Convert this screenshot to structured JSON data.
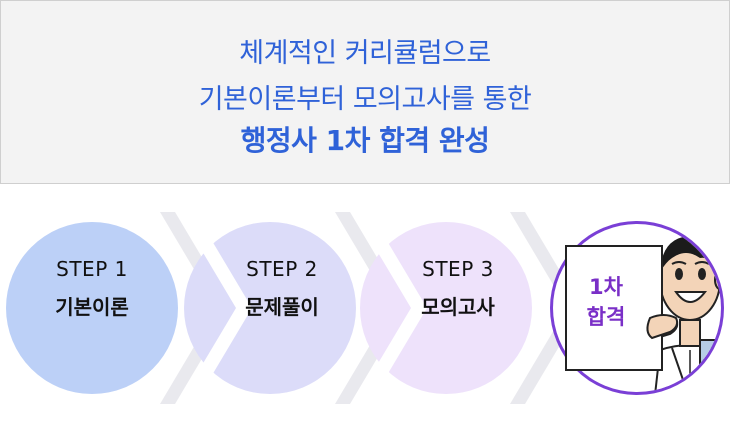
{
  "banner": {
    "line1": "체계적인 커리큘럼으로",
    "line2": "기본이론부터 모의고사를 통한",
    "line3": "행정사 1차 합격 완성",
    "text_color": "#2f62d8"
  },
  "steps": [
    {
      "label": "STEP 1",
      "name": "기본이론",
      "color": "#bcd0f7"
    },
    {
      "label": "STEP 2",
      "name": "문제풀이",
      "color": "#dcdcf9"
    },
    {
      "label": "STEP 3",
      "name": "모의고사",
      "color": "#eee2fb"
    }
  ],
  "result": {
    "line1": "1차",
    "line2": "합격",
    "text_color": "#7a2fc7",
    "circle_color": "#7a3fd6"
  }
}
